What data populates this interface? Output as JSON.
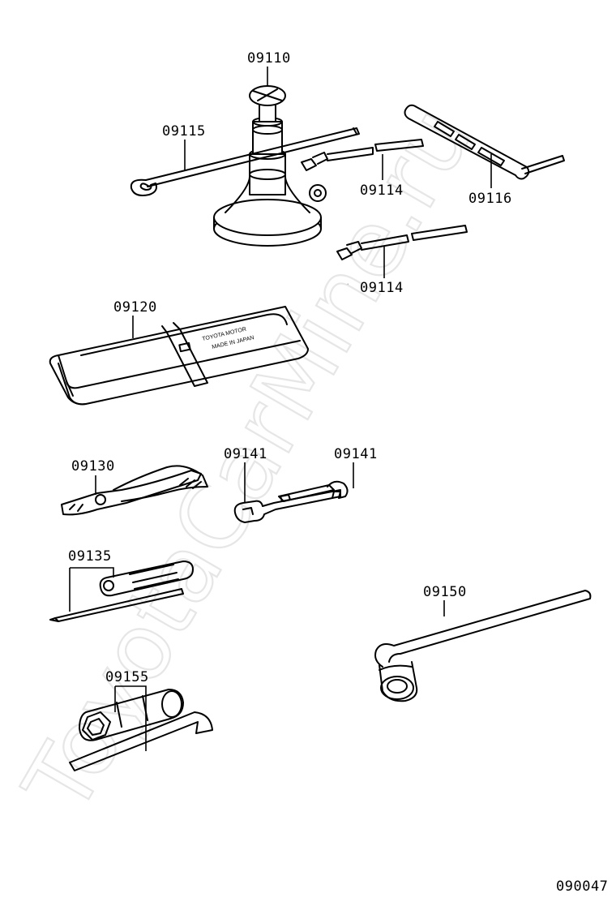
{
  "watermark": "ToyotaCarMine.ru",
  "diagram_code": "090047",
  "labels": {
    "jack": "09110",
    "jack_handle": "09115",
    "extension_bar_upper": "09114",
    "extension_bar_lower": "09114",
    "handle_lever": "09116",
    "tool_bag": "09120",
    "pliers": "09130",
    "wrench_left": "09141",
    "wrench_right": "09141",
    "screwdriver": "09135",
    "wheel_nut_wrench": "09150",
    "plug_wrench": "09155"
  },
  "bag_print": {
    "line1": "TOYOTA MOTOR",
    "line2": "MADE IN JAPAN"
  },
  "stray_mark": "·"
}
